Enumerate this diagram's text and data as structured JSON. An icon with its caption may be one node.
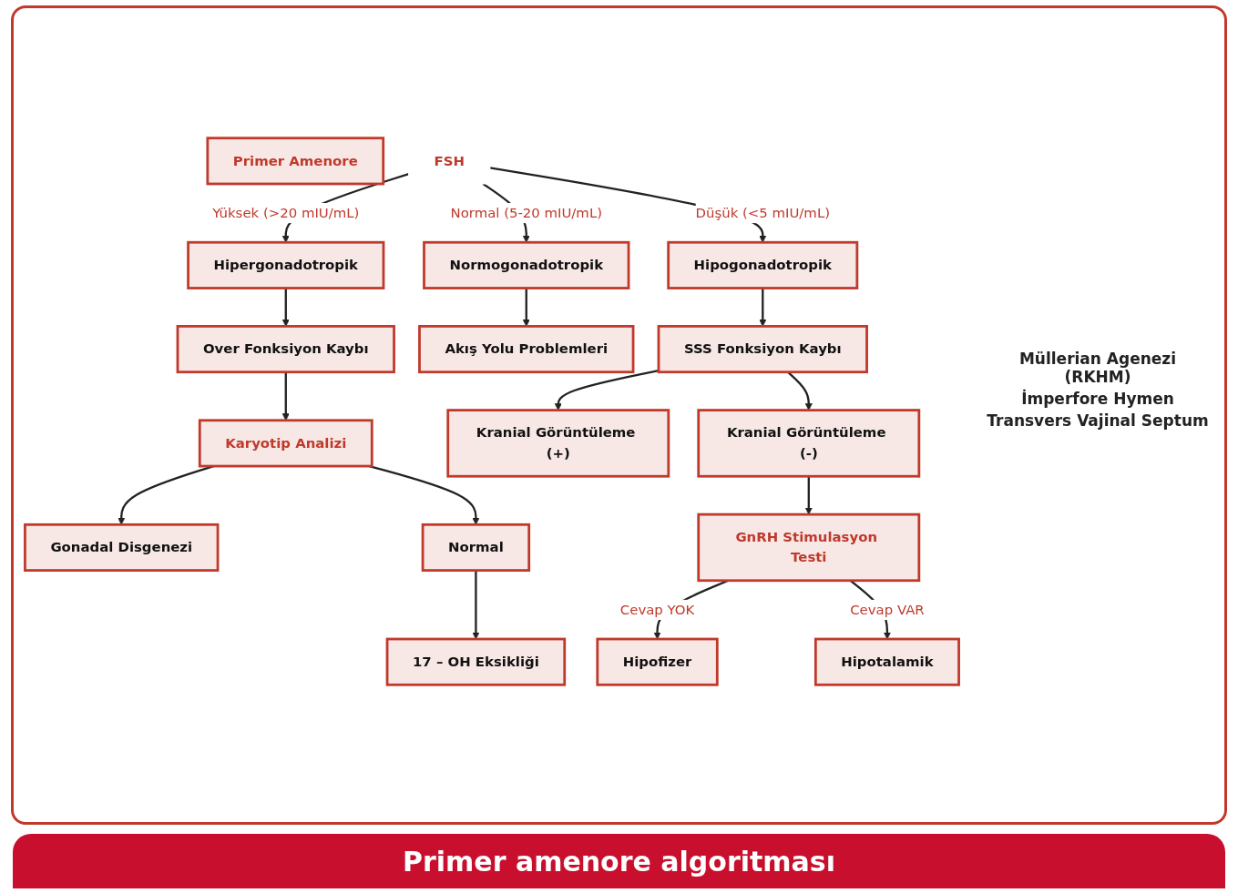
{
  "diagram": {
    "caption": "Primer amenore algoritması",
    "nodes": [
      {
        "text": [
          "Primer Amenore"
        ]
      },
      {
        "text": [
          "FSH"
        ]
      },
      {
        "text": [
          "Hipergonadotropik"
        ]
      },
      {
        "text": [
          "Normogonadotropik"
        ]
      },
      {
        "text": [
          "Hipogonadotropik"
        ]
      },
      {
        "text": [
          "Over Fonksiyon Kaybı"
        ]
      },
      {
        "text": [
          "Akış Yolu Problemleri"
        ]
      },
      {
        "text": [
          "SSS Fonksiyon Kaybı"
        ]
      },
      {
        "text": [
          "Kranial Görüntüleme (+)"
        ]
      },
      {
        "text": [
          "Karyotip Analizi"
        ]
      },
      {
        "text": [
          "Kranial Görüntüleme (-)"
        ]
      },
      {
        "text": [
          "Gonadal Disgenezi"
        ]
      },
      {
        "text": [
          "Normal"
        ]
      },
      {
        "text": [
          "GnRH Stimulasyon Testi"
        ]
      },
      {
        "text": [
          "17 – OH Eksikliği"
        ]
      },
      {
        "text": [
          "Hipofizer"
        ]
      },
      {
        "text": [
          "Hipotalamik"
        ]
      }
    ],
    "edges": [
      {
        "from": 1,
        "to": 2,
        "arrow": "to",
        "label": "Yüksek (>20 mIU/mL)"
      },
      {
        "from": 1,
        "to": 3,
        "arrow": "to",
        "label": "Normal (5-20 mIU/mL)"
      },
      {
        "from": 1,
        "to": 4,
        "arrow": "to",
        "label": "Düşük (<5 mIU/mL)"
      },
      {
        "from": 2,
        "to": 5,
        "arrow": "to"
      },
      {
        "from": 3,
        "to": 6,
        "arrow": "to"
      },
      {
        "from": 4,
        "to": 7,
        "arrow": "to"
      },
      {
        "from": 7,
        "to": 8,
        "arrow": "to"
      },
      {
        "from": 5,
        "to": 9,
        "arrow": "to"
      },
      {
        "from": 7,
        "to": 10,
        "arrow": "to"
      },
      {
        "from": 9,
        "to": 11,
        "arrow": "to"
      },
      {
        "from": 9,
        "to": 12,
        "arrow": "to"
      },
      {
        "from": 12,
        "to": 14,
        "arrow": "to"
      },
      {
        "from": 10,
        "to": 13,
        "arrow": "to"
      },
      {
        "from": 13,
        "to": 15,
        "arrow": "to",
        "label": "Cevap YOK"
      },
      {
        "from": 13,
        "to": 16,
        "arrow": "to",
        "label": "Cevap VAR"
      }
    ],
    "labels": [
      "Müllerian Agenezi (RKHM)",
      "İmperfore Hymen",
      "Transvers Vajinal Septum"
    ]
  }
}
